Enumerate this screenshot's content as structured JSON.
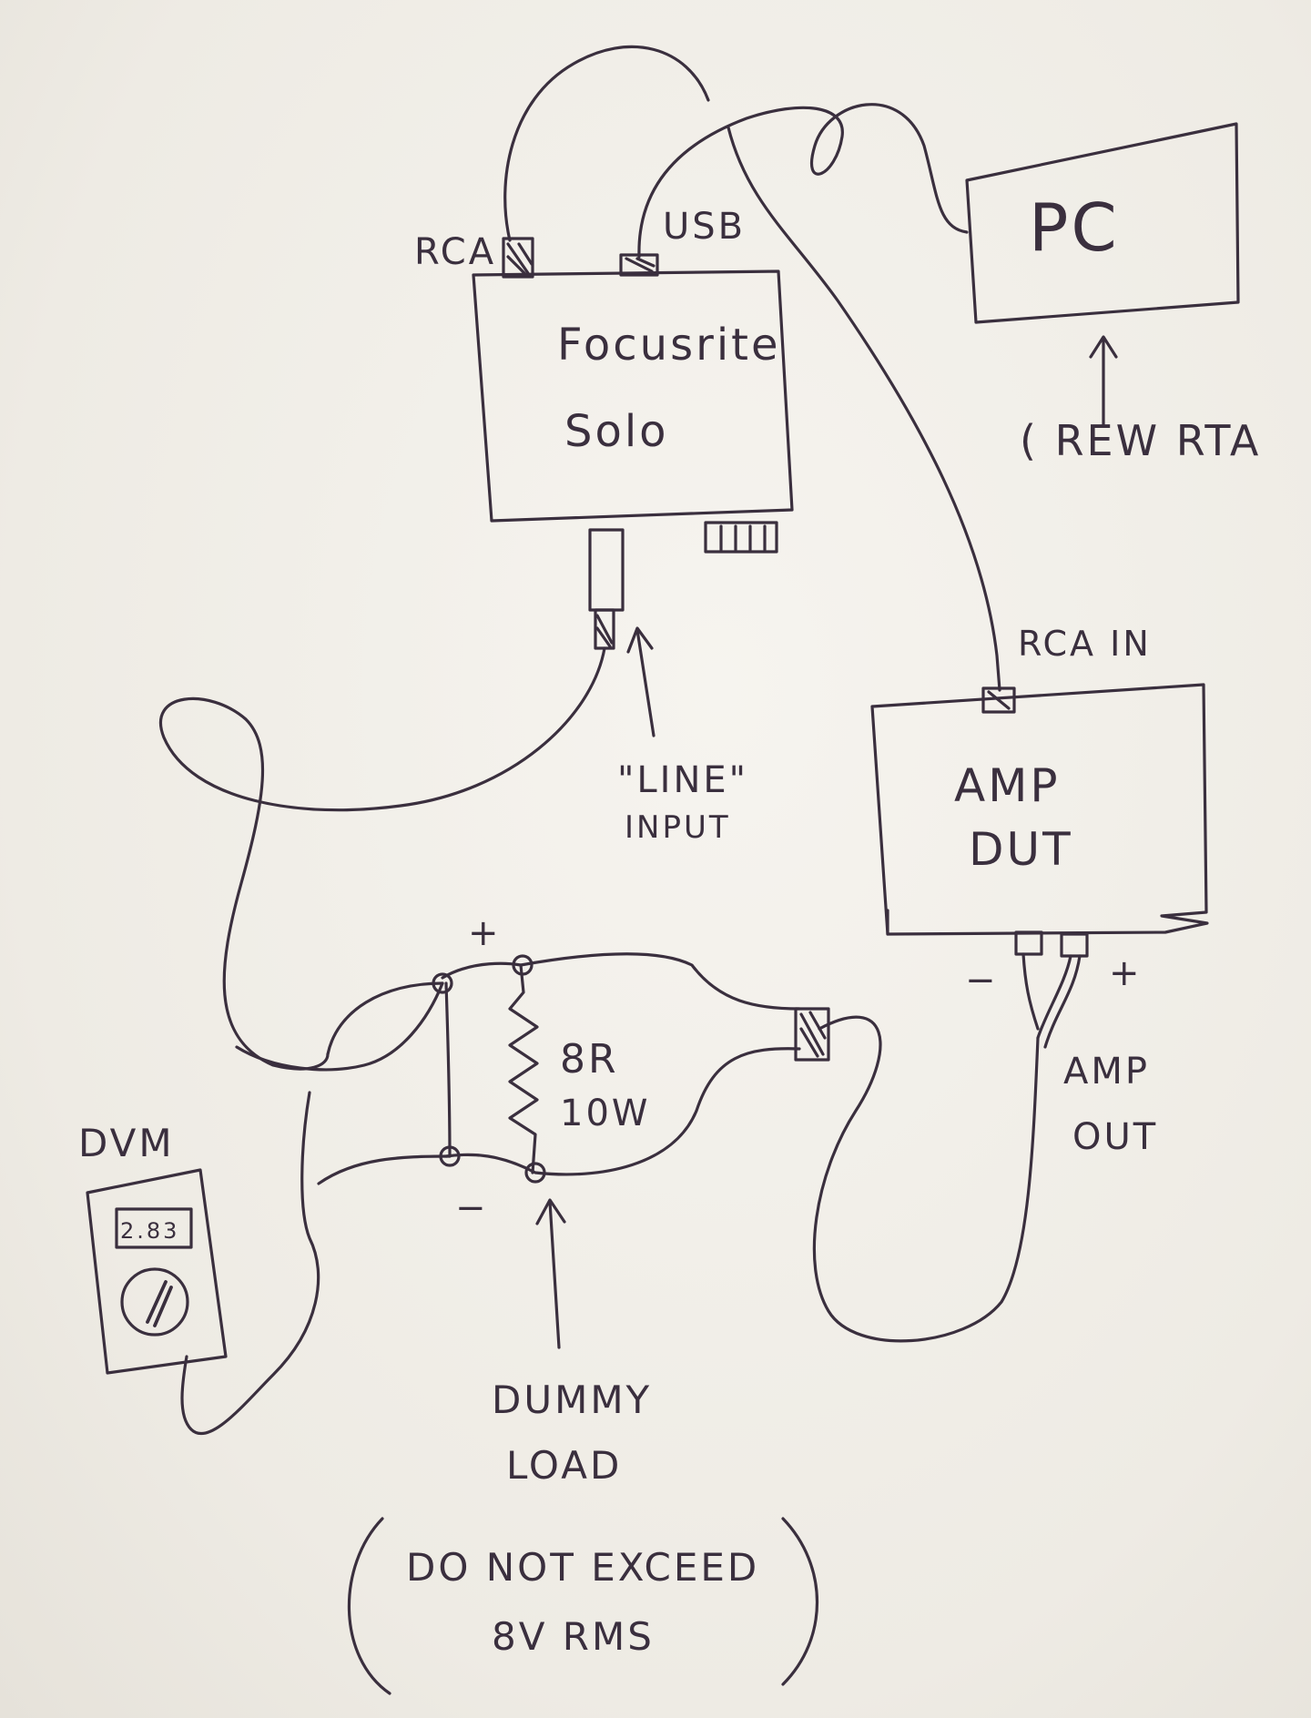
{
  "labels": {
    "pc": "PC",
    "rew_rta": "( REW RTA",
    "rca_top": "RCA",
    "usb": "USB",
    "focusrite_line1": "Focusrite",
    "focusrite_line2": "Solo",
    "line_input_line1": "\"LINE\"",
    "line_input_line2": "INPUT",
    "rca_in": "RCA IN",
    "amp_line1": "AMP",
    "amp_line2": "DUT",
    "amp_minus": "−",
    "amp_plus": "+",
    "amp_out_line1": "AMP",
    "amp_out_line2": "OUT",
    "load_plus": "+",
    "load_minus": "−",
    "resistor_line1": "8R",
    "resistor_line2": "10W",
    "dvm": "DVM",
    "dvm_reading": "2.83",
    "dummy_line1": "DUMMY",
    "dummy_line2": "LOAD",
    "warning_line1": "DO NOT EXCEED",
    "warning_line2": "8V RMS"
  },
  "colors": {
    "ink": "#3a2f3e",
    "paper": "#f1efe9"
  }
}
